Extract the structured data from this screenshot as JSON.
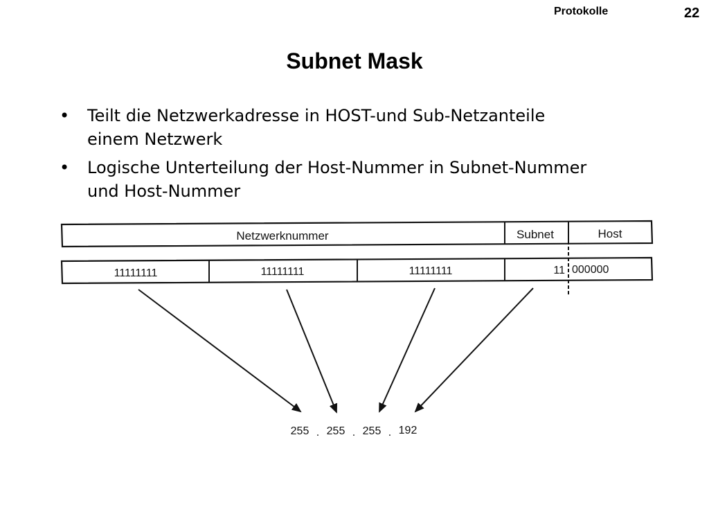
{
  "header": {
    "section": "Protokolle",
    "page_number": "22"
  },
  "slide": {
    "title": "Subnet Mask",
    "bullets": [
      {
        "line1": "Teilt die Netzwerkadresse in HOST-und Sub-Netzanteile",
        "line2": "einem Netzwerk"
      },
      {
        "line1": "Logische Unterteilung der Host-Nummer in Subnet-Nummer",
        "line2": "und Host-Nummer"
      }
    ]
  },
  "diagram": {
    "header_row": {
      "network": "Netzwerknummer",
      "subnet": "Subnet",
      "host": "Host"
    },
    "bit_row": {
      "octet1": "11111111",
      "octet2": "11111111",
      "octet3": "11111111",
      "octet4_subnet_bits": "11",
      "octet4_host_bits": "000000"
    },
    "result": {
      "octet1": "255",
      "octet2": "255",
      "octet3": "255",
      "octet4": "192",
      "separator": "."
    }
  }
}
